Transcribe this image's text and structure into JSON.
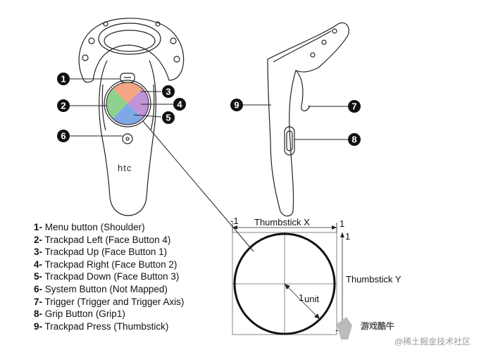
{
  "brand": "htc",
  "callouts": [
    "1",
    "2",
    "3",
    "4",
    "5",
    "6",
    "7",
    "8",
    "9"
  ],
  "legend": [
    {
      "num": "1-",
      "text": "Menu button (Shoulder)"
    },
    {
      "num": "2-",
      "text": "Trackpad Left (Face Button 4)"
    },
    {
      "num": "3-",
      "text": "Trackpad Up (Face Button 1)"
    },
    {
      "num": "4-",
      "text": "Trackpad Right (Face Button 2)"
    },
    {
      "num": "5-",
      "text": "Trackpad Down (Face Button 3)"
    },
    {
      "num": "6-",
      "text": "System Button (Not Mapped)"
    },
    {
      "num": "7-",
      "text": "Trigger (Trigger and Trigger Axis)"
    },
    {
      "num": "8-",
      "text": "Grip Button (Grip1)"
    },
    {
      "num": "9-",
      "text": "Trackpad Press (Thumbstick)"
    }
  ],
  "thumbstick": {
    "x_label": "Thumbstick X",
    "y_label": "Thumbstick Y",
    "x_min": "-1",
    "x_max": "1",
    "y_max": "1",
    "y_min": "-1",
    "radius_label_main": "1",
    "radius_label_sub": "unit"
  },
  "trackpad_colors": {
    "up": "#f4a582",
    "left": "#8fd18f",
    "right": "#c293d8",
    "down": "#7fa8e6"
  },
  "watermark": "@稀土掘金技术社区",
  "logo_text": "游戏酷牛"
}
